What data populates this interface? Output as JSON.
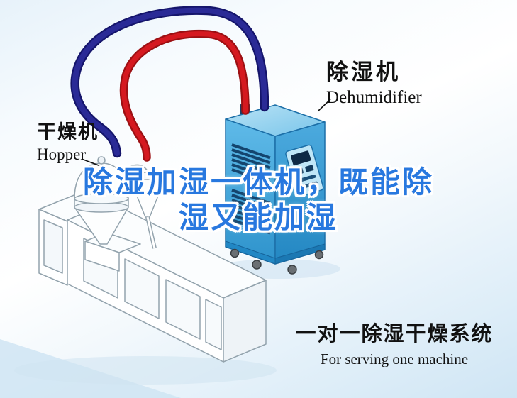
{
  "labels": {
    "hopper": {
      "zh": "干燥机",
      "en": "Hopper"
    },
    "dehumidifier": {
      "zh": "除湿机",
      "en": "Dehumidifier"
    },
    "system": {
      "zh": "一对一除湿干燥系统",
      "en": "For serving one machine"
    }
  },
  "headline": {
    "line1": "除湿加湿一体机，既能除",
    "line2": "湿又能加湿",
    "color": "#2878df"
  },
  "illustration": {
    "colors": {
      "pipe_red": "#cf1519",
      "pipe_navy": "#22228a",
      "dehumidifier_blue": "#46abdf",
      "background_tint": "#d8eaf6",
      "lineart_stroke": "#93a3ad"
    }
  }
}
